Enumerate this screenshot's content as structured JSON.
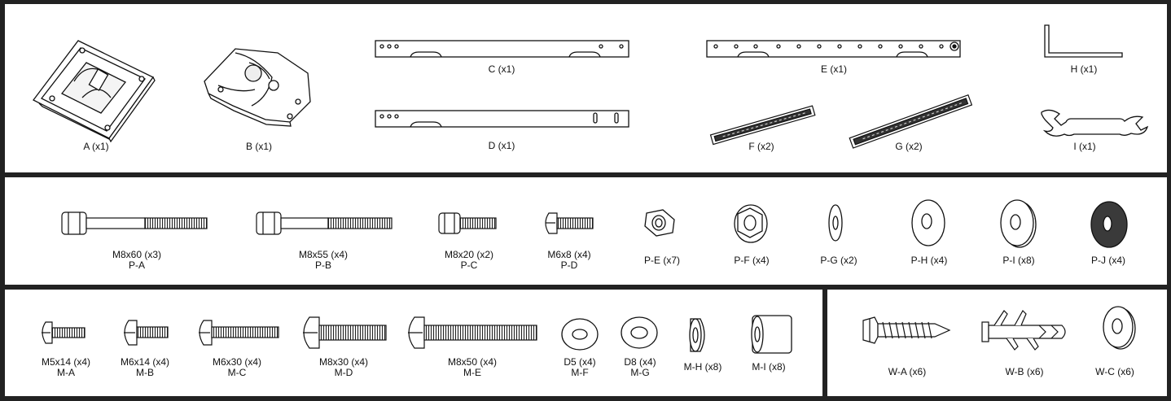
{
  "row1": {
    "A": "A (x1)",
    "B": "B (x1)",
    "C": "C (x1)",
    "D": "D (x1)",
    "E": "E (x1)",
    "F": "F (x2)",
    "G": "G (x2)",
    "H": "H (x1)",
    "I": "I (x1)"
  },
  "row2": [
    {
      "size": "M8x60 (x3)",
      "code": "P-A"
    },
    {
      "size": "M8x55 (x4)",
      "code": "P-B"
    },
    {
      "size": "M8x20 (x2)",
      "code": "P-C"
    },
    {
      "size": "M6x8 (x4)",
      "code": "P-D"
    },
    {
      "label": "P-E (x7)"
    },
    {
      "label": "P-F (x4)"
    },
    {
      "label": "P-G (x2)"
    },
    {
      "label": "P-H (x4)"
    },
    {
      "label": "P-I (x8)"
    },
    {
      "label": "P-J (x4)"
    }
  ],
  "row3": [
    {
      "size": "M5x14 (x4)",
      "code": "M-A"
    },
    {
      "size": "M6x14 (x4)",
      "code": "M-B"
    },
    {
      "size": "M6x30 (x4)",
      "code": "M-C"
    },
    {
      "size": "M8x30 (x4)",
      "code": "M-D"
    },
    {
      "size": "M8x50 (x4)",
      "code": "M-E"
    },
    {
      "size": "D5 (x4)",
      "code": "M-F"
    },
    {
      "size": "D8 (x4)",
      "code": "M-G"
    },
    {
      "label": "M-H (x8)"
    },
    {
      "label": "M-I (x8)"
    }
  ],
  "row3b": [
    "W-A (x6)",
    "W-B (x6)",
    "W-C (x6)"
  ]
}
